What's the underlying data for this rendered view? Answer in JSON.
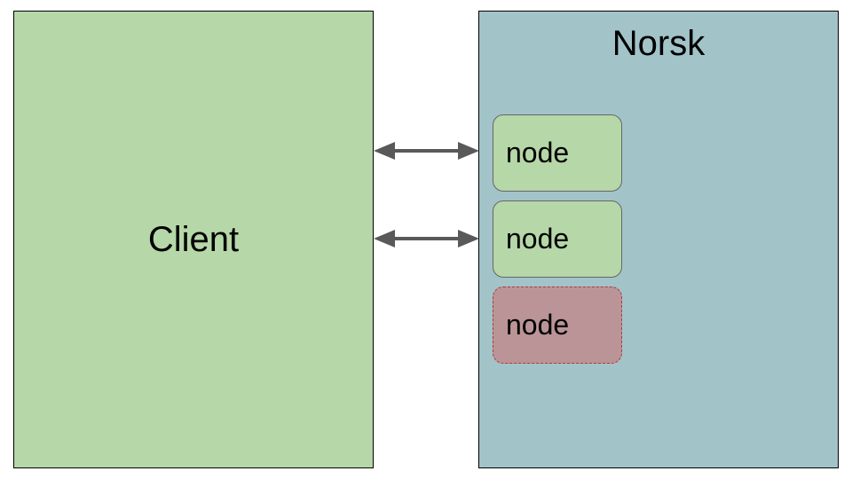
{
  "diagram": {
    "client": {
      "label": "Client",
      "fill": "#b6d7a8"
    },
    "norsk": {
      "label": "Norsk",
      "fill": "#a2c4c9"
    },
    "nodes": [
      {
        "label": "node",
        "fill": "#b6d7a8",
        "state": "active"
      },
      {
        "label": "node",
        "fill": "#b6d7a8",
        "state": "active"
      },
      {
        "label": "node",
        "fill": "#ba9497",
        "state": "pending"
      }
    ],
    "connections": [
      {
        "from": "client",
        "to": "nodes.0",
        "style": "bidirectional-arrow"
      },
      {
        "from": "client",
        "to": "nodes.1",
        "style": "bidirectional-arrow"
      }
    ],
    "colors": {
      "arrow": "#595959",
      "pending_border": "#b03a3a"
    }
  }
}
